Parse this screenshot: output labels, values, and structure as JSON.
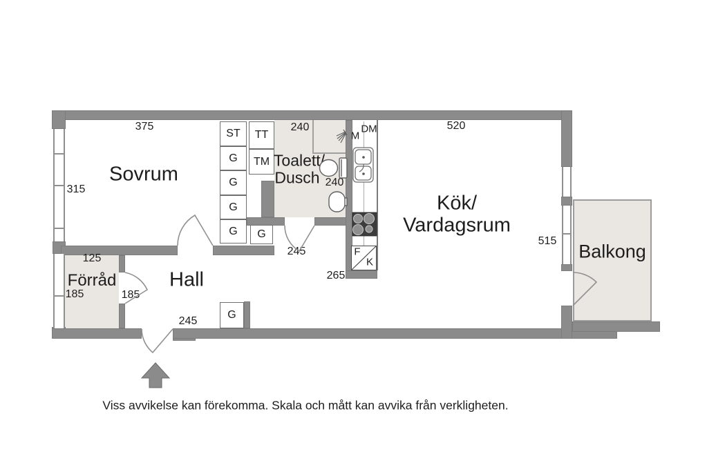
{
  "floorplan": {
    "disclaimer": "Viss avvikelse kan förekomma. Skala och mått kan avvika från verkligheten.",
    "rooms": {
      "sovrum": {
        "name": "Sovrum",
        "width": "375",
        "depth": "315"
      },
      "hall": {
        "name": "Hall",
        "width": "245"
      },
      "forrad": {
        "name": "Förråd",
        "width": "125",
        "depth": "185",
        "door": "185"
      },
      "toalett_dusch": {
        "name_line1": "Toalett/",
        "name_line2": "Dusch",
        "width": "240",
        "inner": "240",
        "door": "245"
      },
      "kok_vardagsrum": {
        "name_line1": "Kök/",
        "name_line2": "Vardagsrum",
        "width": "520",
        "depth": "515",
        "kitchen_depth": "265"
      },
      "balkong": {
        "name": "Balkong"
      }
    },
    "units": {
      "st": "ST",
      "g": "G",
      "tt": "TT",
      "tm": "TM",
      "m": "M",
      "dm": "DM",
      "f": "F",
      "k": "K"
    },
    "colors": {
      "wall": "#8b8b8b",
      "room_fill": "#eae7e2",
      "door_line": "#919191",
      "stove_bg": "#3d3d3d",
      "text": "#1d1d1d"
    }
  }
}
